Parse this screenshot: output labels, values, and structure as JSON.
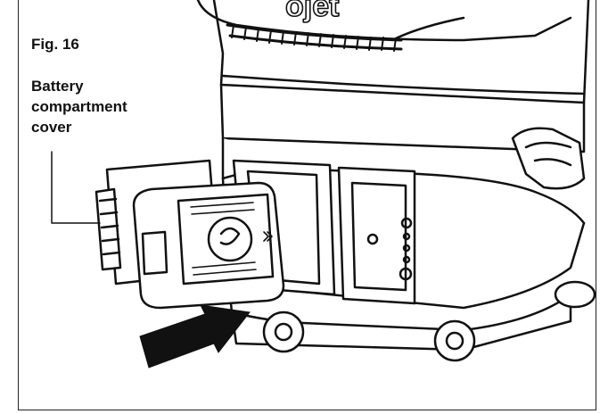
{
  "figure": {
    "label": "Fig. 16",
    "callout_lines": [
      "Battery",
      "compartment",
      "cover"
    ],
    "brand_fragment": "ojet"
  },
  "icons": [
    "battery-pack-icon",
    "push-arrow-icon",
    "vacuum-unit-illustration"
  ]
}
